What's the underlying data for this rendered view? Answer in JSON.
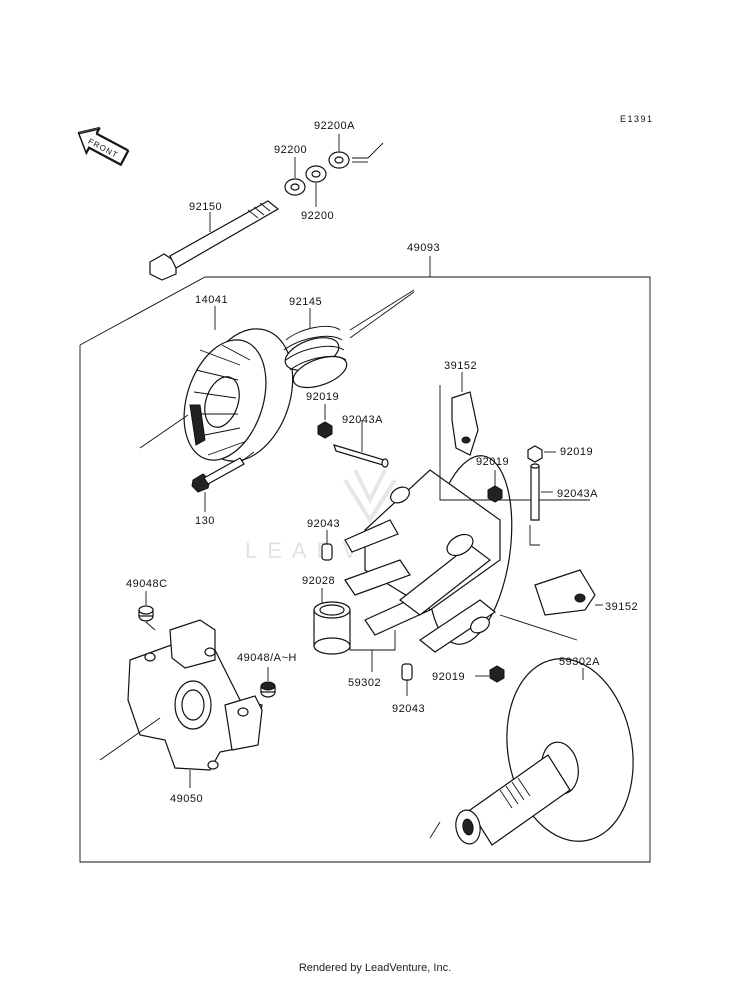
{
  "diagram_code": "E1391",
  "direction_label": "FRONT",
  "watermark": "LEADVENTURE",
  "footer": "Rendered by LeadVenture, Inc.",
  "parts": {
    "p92200A": "92200A",
    "p92200_top": "92200",
    "p92200_bottom": "92200",
    "p92150": "92150",
    "p49093": "49093",
    "p14041": "14041",
    "p92145": "92145",
    "p39152_top": "39152",
    "p92019_a": "92019",
    "p92043A_a": "92043A",
    "p92019_b": "92019",
    "p92019_c": "92019",
    "p92043A_b": "92043A",
    "p130": "130",
    "p92043_a": "92043",
    "p92028": "92028",
    "p39152_right": "39152",
    "p49048C": "49048C",
    "p49048AH": "49048/A~H",
    "p59302": "59302",
    "p92019_d": "92019",
    "p92043_b": "92043",
    "p59302A": "59302A",
    "p49050": "49050"
  }
}
